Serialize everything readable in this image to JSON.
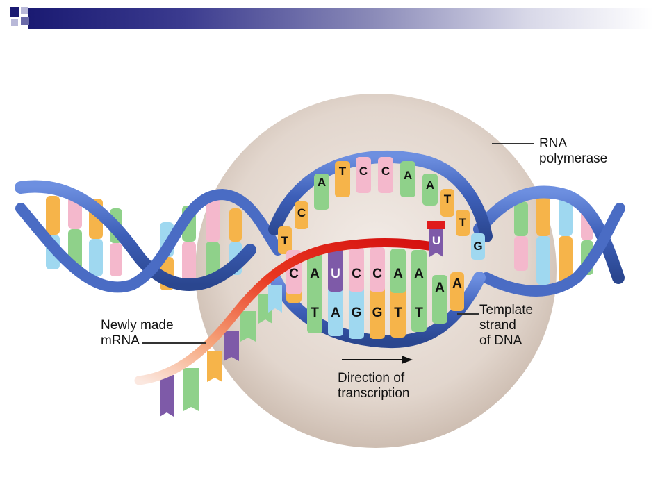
{
  "labels": {
    "rna_polymerase": [
      "RNA",
      "polymerase"
    ],
    "newly_made_mrna": [
      "Newly made",
      "mRNA"
    ],
    "template_strand": [
      "Template",
      "strand",
      "of DNA"
    ],
    "direction": [
      "Direction of",
      "transcription"
    ]
  },
  "bases": {
    "top_strand": [
      "T",
      "C",
      "A",
      "T",
      "C",
      "C",
      "A",
      "A",
      "T",
      "T",
      "G"
    ],
    "rna_strand": [
      "C",
      "A",
      "U",
      "C",
      "C",
      "A",
      "A"
    ],
    "incoming_nucleotide": "U",
    "template_row": [
      "T",
      "A",
      "G",
      "G",
      "T",
      "T",
      "A",
      "A"
    ]
  },
  "colors": {
    "header_dark": "#1a1a72",
    "helix_blue": "#3d5fb8",
    "rna_red": "#e01b1b",
    "polymerase": "#e6dbd3",
    "A": "#8fd18a",
    "T": "#f6b44a",
    "C": "#f4b8cc",
    "G": "#9fd8f0",
    "U": "#7e5aa8"
  }
}
